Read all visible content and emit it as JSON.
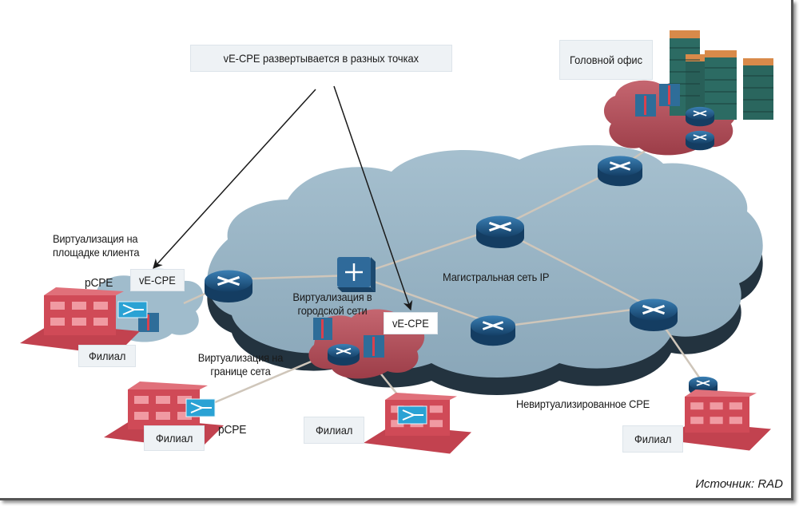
{
  "title_box": "vE-CPE развертывается в разных точках",
  "head_office": {
    "label": "Головной офис"
  },
  "backbone": {
    "label": "Магистральная сеть IP"
  },
  "customer_site": {
    "heading": "Виртуализация на площадке клиента",
    "heading_line1": "Виртуализация на",
    "heading_line2": "площадке клиента",
    "pcpe": "pCPE",
    "vecpe": "vE-CPE",
    "branch": "Филиал"
  },
  "metro": {
    "heading_line1": "Виртуализация в",
    "heading_line2": "городской сети",
    "vecpe": "vE-CPE"
  },
  "edge": {
    "heading_line1": "Виртуализация на",
    "heading_line2": "границе сета",
    "pcpe": "pCPE",
    "branch": "Филиал"
  },
  "edge_branch2": {
    "branch": "Филиал"
  },
  "non_virtual": {
    "label": "Невиртуализированное CPE",
    "branch": "Филиал"
  },
  "source": "Источник: RAD",
  "colors": {
    "cloud_top": "#9bb6c7",
    "cloud_side": "#2c3e4c",
    "red_cloud": "#b5505a",
    "router": "#1e5b8c",
    "building_red": "#c9404d",
    "hq_tower": "#2c6b63",
    "hq_roof": "#d88a4a",
    "link": "#c9c2b8",
    "arrow": "#1a1a1a",
    "cpe_device": "#2aa2d4"
  },
  "icons": [
    "router-icon",
    "switch-icon",
    "firewall-icon",
    "pcpe-device-icon",
    "building-icon",
    "office-tower-icon",
    "cloud-icon",
    "arrow-icon"
  ]
}
